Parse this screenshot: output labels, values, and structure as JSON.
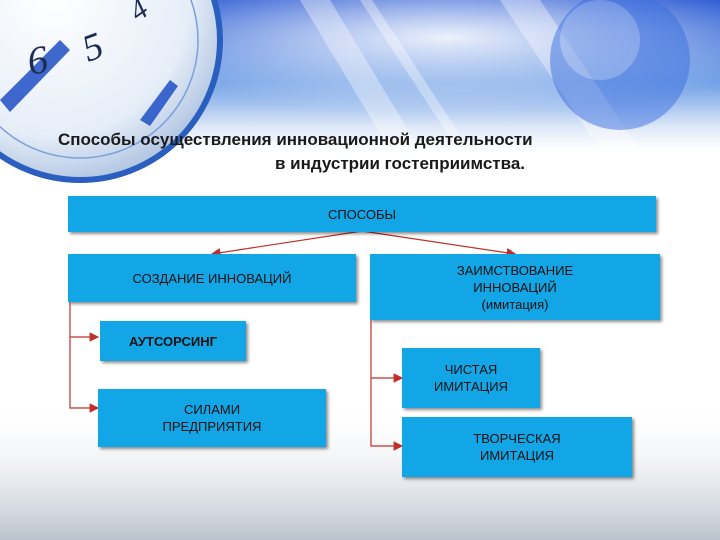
{
  "title": {
    "line1": "Способы осуществления инновационной деятельности",
    "line2": "в индустрии гостеприимства."
  },
  "diagram": {
    "root": "СПОСОБЫ",
    "left_branch": "СОЗДАНИЕ ИННОВАЦИЙ",
    "left_children": [
      "АУТСОРСИНГ",
      "СИЛАМИ ПРЕДПРИЯТИЯ"
    ],
    "right_branch": {
      "line1": "ЗАИМСТВОВАНИЕ",
      "line2": "ИННОВАЦИЙ",
      "line3": "(имитация)"
    },
    "right_children": [
      "ЧИСТАЯ ИМИТАЦИЯ",
      "ТВОРЧЕСКАЯ ИМИТАЦИЯ"
    ]
  },
  "background": {
    "clock_numerals": [
      "6",
      "5",
      "4"
    ]
  },
  "colors": {
    "box_fill": "#12a6e6",
    "connector": "#c0302a",
    "accent_blue": "#1f4fc4"
  }
}
